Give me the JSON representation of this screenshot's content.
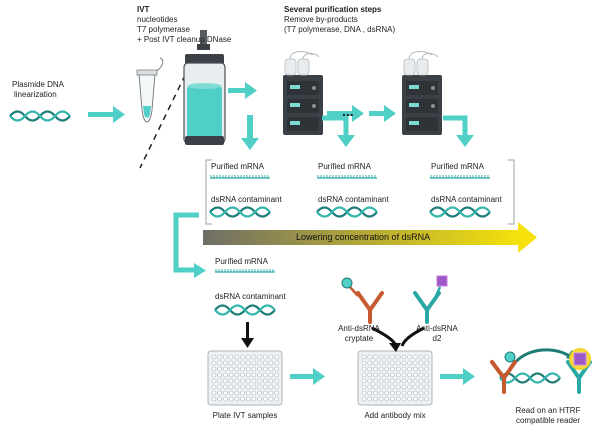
{
  "colors": {
    "teal": "#2aa9a4",
    "arrow_teal": "#4fcfc6",
    "dark_teal": "#1f7d78",
    "machine": "#3a4046",
    "orange": "#c65a2e",
    "purple": "#9b59c7",
    "yellow": "#f3e12d",
    "gradient_start": "#6b6b6b",
    "gradient_end": "#f5e20a"
  },
  "plasmid": {
    "line1": "Plasmide DNA",
    "line2": "linearization"
  },
  "ivt": {
    "title": "IVT",
    "line1": "nucleotides",
    "line2": "T7 polymerase",
    "line3": "+ Post IVT cleanup DNase"
  },
  "purification": {
    "title": "Several purification steps",
    "line1": "Remove by-products",
    "line2": "(T7 polymerase, DNA , dsRNA)",
    "ellipsis": "..."
  },
  "columns": [
    {
      "mrna_label": "Purified mRNA",
      "ds_label": "dsRNA contaminant"
    },
    {
      "mrna_label": "Purified mRNA",
      "ds_label": "dsRNA contaminant"
    },
    {
      "mrna_label": "Purified mRNA",
      "ds_label": "dsRNA contaminant"
    }
  ],
  "gradient_arrow": {
    "label": "Lowering concentration of dsRNA"
  },
  "lower_sample": {
    "mrna_label": "Purified mRNA",
    "ds_label": "dsRNA contaminant"
  },
  "antibodies": {
    "left": {
      "line1": "Anti-dsRNA",
      "line2": "cryptate"
    },
    "right": {
      "line1": "Anti-dsRNA",
      "line2": "d2"
    }
  },
  "plates": {
    "plate1": "Plate IVT samples",
    "plate2": "Add antibody mix"
  },
  "reader": {
    "line1": "Read on an HTRF",
    "line2": "compatible reader"
  }
}
